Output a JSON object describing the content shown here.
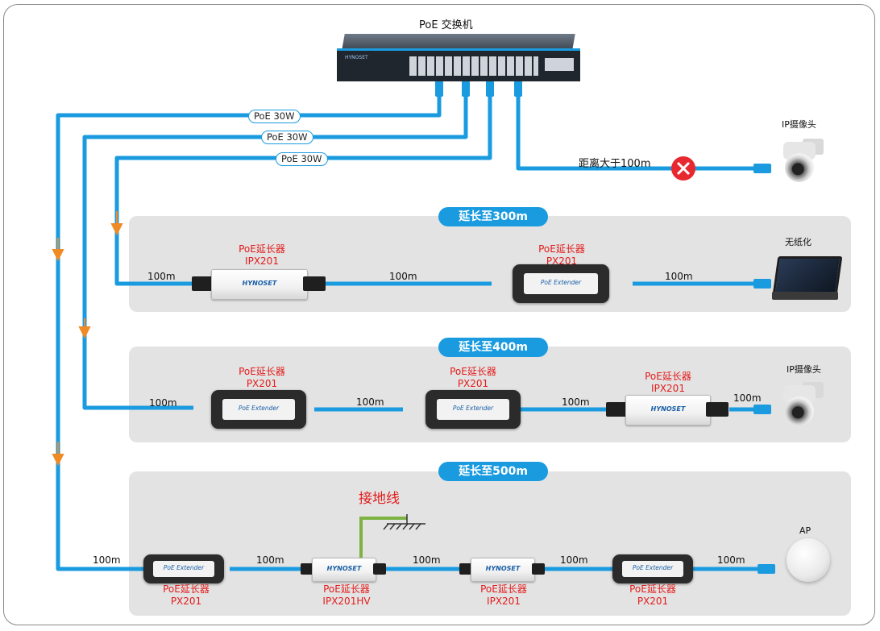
{
  "switch": {
    "title": "PoE 交换机"
  },
  "top": {
    "badges": [
      "PoE 30W",
      "PoE 30W",
      "PoE 30W"
    ],
    "distance_label": "距离大于100m",
    "ipcam_label": "IP摄像头"
  },
  "section1": {
    "pill": "延长至300m",
    "dev1": {
      "name": "PoE延长器",
      "model": "IPX201"
    },
    "dev2": {
      "name": "PoE延长器",
      "model": "PX201"
    },
    "end_label": "无纸化",
    "dist": [
      "100m",
      "100m",
      "100m"
    ]
  },
  "section2": {
    "pill": "延长至400m",
    "dev1": {
      "name": "PoE延长器",
      "model": "PX201"
    },
    "dev2": {
      "name": "PoE延长器",
      "model": "PX201"
    },
    "dev3": {
      "name": "PoE延长器",
      "model": "IPX201"
    },
    "end_label": "IP摄像头",
    "dist": [
      "100m",
      "100m",
      "100m",
      "100m"
    ]
  },
  "section3": {
    "pill": "延长至500m",
    "ground_label": "接地线",
    "dev1": {
      "name": "PoE延长器",
      "model": "PX201"
    },
    "dev2": {
      "name": "PoE延长器",
      "model": "IPX201HV"
    },
    "dev3": {
      "name": "PoE延长器",
      "model": "IPX201"
    },
    "dev4": {
      "name": "PoE延长器",
      "model": "PX201"
    },
    "end_label": "AP",
    "dist": [
      "100m",
      "100m",
      "100m",
      "100m",
      "100m"
    ]
  },
  "device_logos": {
    "ipx": "HYNOSET",
    "px": "PoE Extender"
  },
  "colors": {
    "cable": "#1a9be0",
    "arrow": "#f08a24",
    "label_red": "#e31b1b",
    "stop": "#e8282f",
    "ground": "#7cb342"
  }
}
